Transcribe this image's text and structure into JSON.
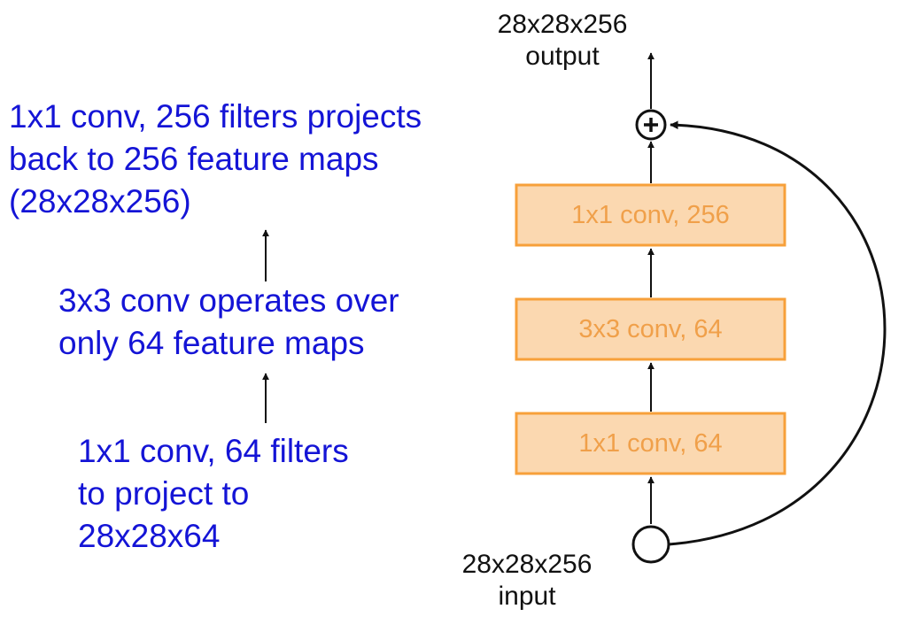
{
  "annotations": {
    "top": [
      "1x1 conv, 256 filters projects",
      "back to 256 feature maps",
      "(28x28x256)"
    ],
    "middle": [
      "3x3 conv operates over",
      "only 64 feature maps"
    ],
    "bottom": [
      "1x1 conv, 64 filters",
      "to project to",
      "28x28x64"
    ]
  },
  "block": {
    "output": {
      "shape": "28x28x256",
      "label": "output"
    },
    "input": {
      "shape": "28x28x256",
      "label": "input"
    },
    "layers": [
      {
        "label": "1x1 conv, 64"
      },
      {
        "label": "3x3 conv, 64"
      },
      {
        "label": "1x1 conv, 256"
      }
    ],
    "add_symbol": "+"
  },
  "colors": {
    "annotation_text": "#1414d6",
    "layer_fill": "#fbd8b0",
    "layer_border": "#f7a03a",
    "layer_text": "#f0a04a",
    "line": "#111111"
  }
}
